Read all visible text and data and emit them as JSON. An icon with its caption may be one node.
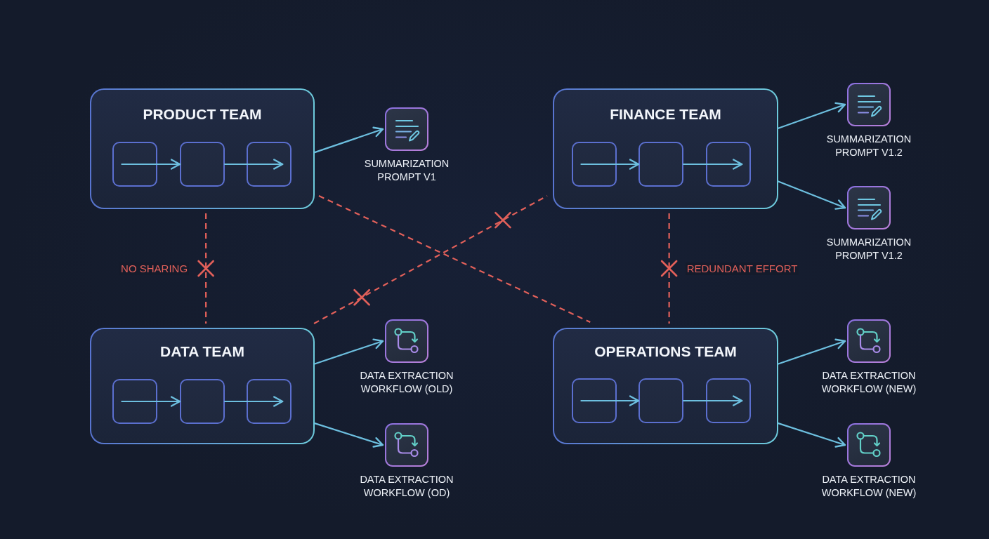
{
  "diagram": {
    "nodes": [
      {
        "text": [
          "PRODUCT TEAM"
        ]
      },
      {
        "text": [],
        "shape": "box",
        "in": 0
      },
      {
        "text": [],
        "shape": "box",
        "in": 0
      },
      {
        "text": [],
        "shape": "box",
        "in": 0
      },
      {
        "text": [],
        "shape": "box",
        "beside": [
          "SUMMARIZATION PROMPT V1"
        ]
      },
      {
        "text": [
          "FINANCE TEAM"
        ]
      },
      {
        "text": [],
        "shape": "box",
        "in": 5
      },
      {
        "text": [],
        "shape": "box",
        "in": 5
      },
      {
        "text": [],
        "shape": "box",
        "in": 5
      },
      {
        "text": [],
        "shape": "box",
        "beside": [
          "SUMMARIZATION PROMPT V1.2"
        ]
      },
      {
        "text": [],
        "shape": "box",
        "beside": [
          "SUMMARIZATION PROMPT V1.2"
        ]
      },
      {
        "text": [
          "DATA TEAM"
        ]
      },
      {
        "text": [],
        "shape": "box",
        "in": 11
      },
      {
        "text": [],
        "shape": "box",
        "in": 11
      },
      {
        "text": [],
        "shape": "box",
        "in": 11
      },
      {
        "text": [],
        "shape": "box",
        "beside": [
          "DATA EXTRACTION WORKFLOW (OLD)"
        ]
      },
      {
        "text": [],
        "shape": "box",
        "beside": [
          "DATA EXTRACTION WORKFLOW (OD)"
        ]
      },
      {
        "text": [
          "OPERATIONS TEAM"
        ]
      },
      {
        "text": [],
        "shape": "box",
        "in": 17
      },
      {
        "text": [],
        "shape": "box",
        "in": 17
      },
      {
        "text": [],
        "shape": "box",
        "in": 17
      },
      {
        "text": [],
        "shape": "box",
        "beside": [
          "DATA EXTRACTION WORKFLOW (NEW)"
        ]
      },
      {
        "text": [],
        "shape": "box",
        "beside": [
          "DATA EXTRACTION WORKFLOW (NEW)"
        ]
      }
    ],
    "edges": [
      {
        "from": 0,
        "to": 4,
        "arrow": "to"
      },
      {
        "from": 5,
        "to": 9,
        "arrow": "to"
      },
      {
        "from": 5,
        "to": 10,
        "arrow": "to"
      },
      {
        "from": 11,
        "to": 15,
        "arrow": "to"
      },
      {
        "from": 11,
        "to": 16,
        "arrow": "to"
      },
      {
        "from": 17,
        "to": 21,
        "arrow": "to"
      },
      {
        "from": 17,
        "to": 22,
        "arrow": "to"
      },
      {
        "from": 1,
        "to": 2,
        "arrow": "to"
      },
      {
        "from": 2,
        "to": 3,
        "arrow": "to"
      },
      {
        "from": 6,
        "to": 7,
        "arrow": "to"
      },
      {
        "from": 7,
        "to": 8,
        "arrow": "to"
      },
      {
        "from": 12,
        "to": 13,
        "arrow": "to"
      },
      {
        "from": 13,
        "to": 14,
        "arrow": "to"
      },
      {
        "from": 18,
        "to": 19,
        "arrow": "to"
      },
      {
        "from": 19,
        "to": 20,
        "arrow": "to"
      },
      {
        "from": 0,
        "to": 11,
        "arrow": "none",
        "label": "NO SHARING",
        "style": "dashed",
        "color": "#e2605a"
      },
      {
        "from": 5,
        "to": 17,
        "arrow": "none",
        "label": "REDUNDANT EFFORT",
        "style": "dashed",
        "color": "#e2605a"
      },
      {
        "from": 0,
        "to": 17,
        "arrow": "none",
        "style": "dashed",
        "color": "#e2605a"
      },
      {
        "from": 11,
        "to": 5,
        "arrow": "none",
        "style": "dashed",
        "color": "#e2605a"
      }
    ]
  }
}
